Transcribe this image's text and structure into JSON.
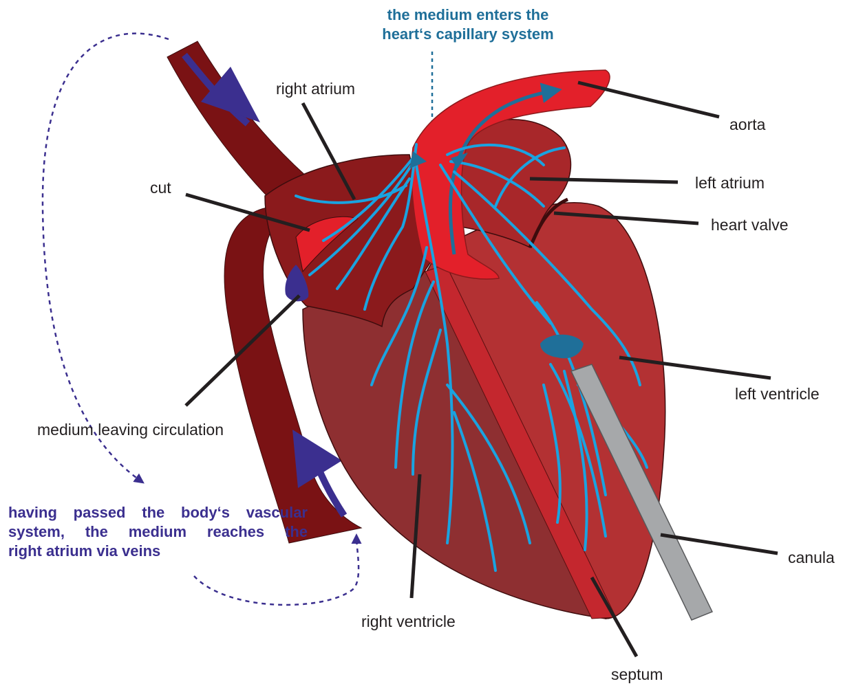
{
  "colors": {
    "vein_dark": "#7a1214",
    "atrium_dark": "#8b1a1c",
    "right_ventricle": "#8e2f31",
    "left_ventricle": "#b33133",
    "aorta_red": "#e3202a",
    "capillary_blue": "#1aa3e0",
    "flow_blue_dark": "#1f6f99",
    "medium_purple": "#3b2f8f",
    "canula_gray": "#a6a8aa",
    "leader_line": "#231f20"
  },
  "labels": {
    "right_atrium": "right atrium",
    "aorta": "aorta",
    "cut": "cut",
    "left_atrium": "left atrium",
    "heart_valve": "heart valve",
    "left_ventricle": "left ventricle",
    "medium_leaving": "medium leaving circulation",
    "canula": "canula",
    "right_ventricle": "right ventricle",
    "septum": "septum"
  },
  "notes": {
    "capillary_line1": "the medium enters the",
    "capillary_line2": "heart‘s capillary system",
    "veins_line1": "having passed the body‘s vascular",
    "veins_line2": "system, the medium reaches the",
    "veins_line3": "right atrium via veins"
  }
}
